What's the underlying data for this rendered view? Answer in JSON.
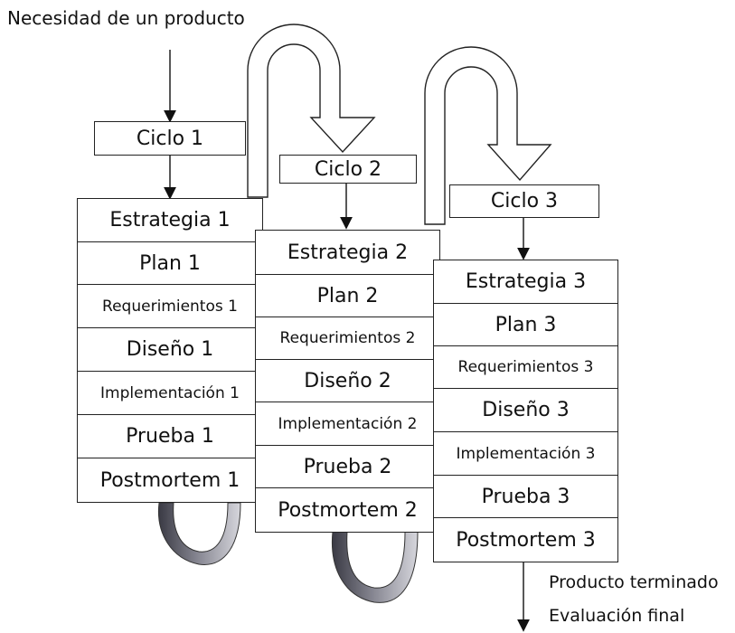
{
  "input_label": "Necesidad de un producto",
  "output_label_1": "Producto terminado",
  "output_label_2": "Evaluación final",
  "cycles": [
    {
      "label": "Ciclo 1",
      "stages": [
        "Estrategia 1",
        "Plan 1",
        "Requerimientos 1",
        "Diseño 1",
        "Implementación 1",
        "Prueba 1",
        "Postmortem 1"
      ]
    },
    {
      "label": "Ciclo 2",
      "stages": [
        "Estrategia 2",
        "Plan 2",
        "Requerimientos 2",
        "Diseño 2",
        "Implementación 2",
        "Prueba 2",
        "Postmortem 2"
      ]
    },
    {
      "label": "Ciclo 3",
      "stages": [
        "Estrategia 3",
        "Plan 3",
        "Requerimientos 3",
        "Diseño 3",
        "Implementación 3",
        "Prueba 3",
        "Postmortem 3"
      ]
    }
  ]
}
